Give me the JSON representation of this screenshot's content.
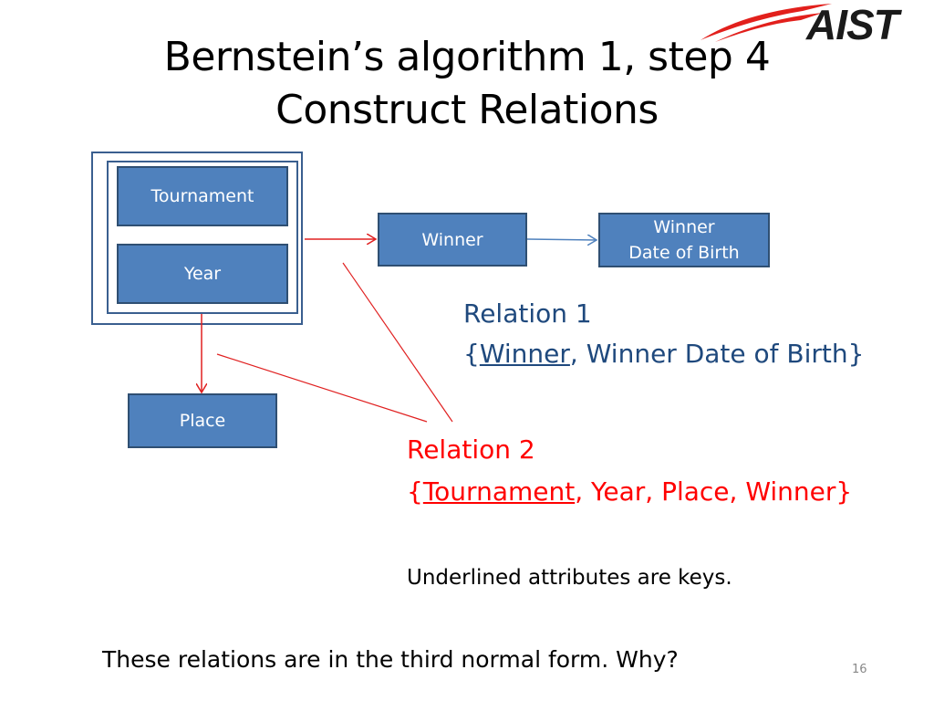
{
  "slide": {
    "title_line1": "Bernstein’s algorithm 1, step 4",
    "title_line2": "Construct Relations",
    "logo_text": "AIST",
    "page_number": "16"
  },
  "diagram": {
    "tournament": "Tournament",
    "year": "Year",
    "place": "Place",
    "winner": "Winner",
    "winner_dob_line1": "Winner",
    "winner_dob_line2": "Date of Birth"
  },
  "relation1": {
    "heading": "Relation 1",
    "open_brace": "{",
    "key": "Winner",
    "rest": ", Winner Date of Birth}"
  },
  "relation2": {
    "heading": "Relation 2",
    "open_brace": "{",
    "key": "Tournament",
    "rest": ", Year, Place, Winner}"
  },
  "note": "Underlined attributes are keys.",
  "footer": "These relations are in the third normal form.  Why?",
  "colors": {
    "box_fill": "#4f81bd",
    "box_border": "#2f4f72",
    "relation1": "#1f497d",
    "relation2": "#ff0000",
    "logo_red": "#e2201c"
  }
}
